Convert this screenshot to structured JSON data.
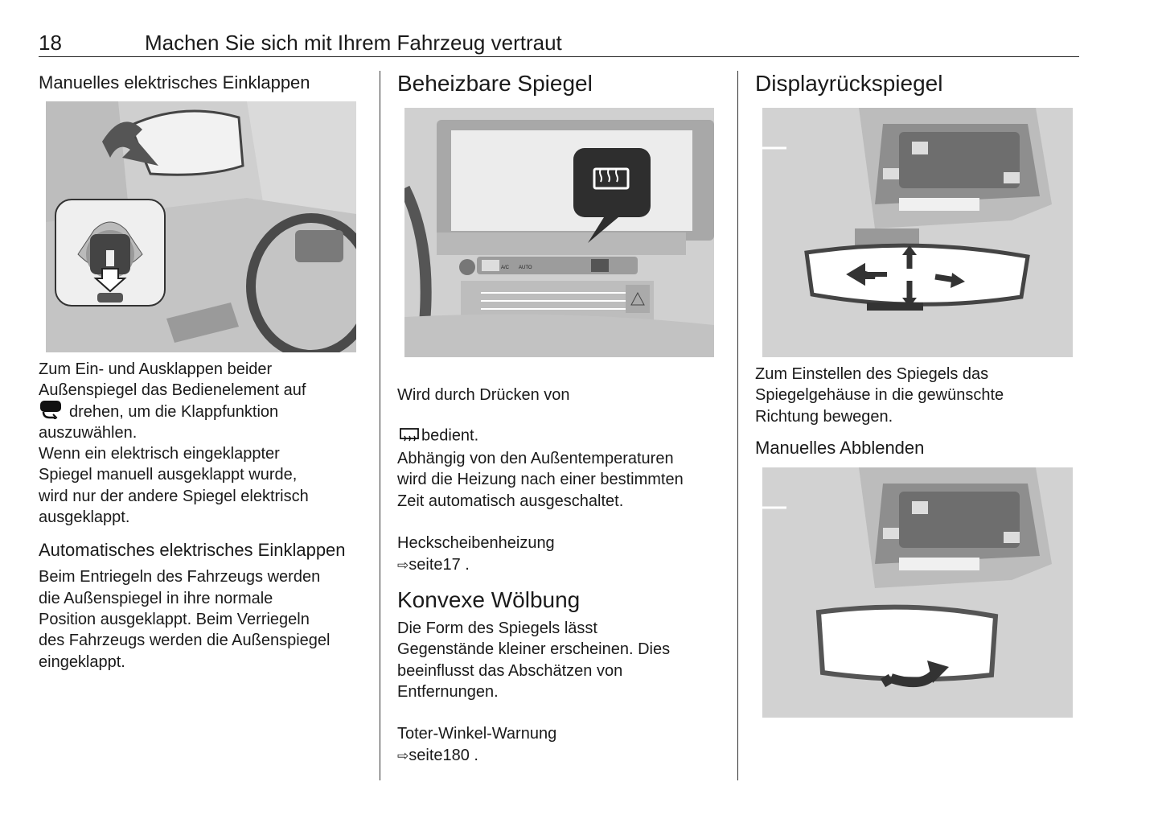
{
  "header": {
    "page_number": "18",
    "title": "Machen Sie sich mit Ihrem Fahrzeug vertraut"
  },
  "col1": {
    "heading1": "Manuelles elektrisches Einklappen",
    "para1a": "Zum Ein- und Ausklappen beider\nAußenspiegel das Bedienelement auf",
    "para1b": "drehen, um die Klappfunktion\nauszuwählen.\nWenn ein elektrisch eingeklappter\nSpiegel manuell ausgeklappt wurde,\nwird nur der andere Spiegel elektrisch\nausgeklappt.",
    "heading2": "Automatisches elektrisches\nEinklappen",
    "para2": "Beim Entriegeln des Fahrzeugs werden\ndie Außenspiegel in ihre normale\nPosition ausgeklappt. Beim Verriegeln\ndes Fahrzeugs werden die Außenspiegel\neingeklappt."
  },
  "col2": {
    "heading1": "Beheizbare Spiegel",
    "para1_start": "Wird durch Drücken von",
    "para1_end": "bedient.",
    "para1_rest": "Abhängig von den Außentemperaturen\nwird die Heizung nach einer bestimmten\nZeit automatisch ausgeschaltet.",
    "ref1_text": "Heckscheibenheizung",
    "ref1_link": "seite17 .",
    "heading2": "Konvexe Wölbung",
    "para2": "Die Form des Spiegels lässt\nGegenstände kleiner erscheinen. Dies\nbeeinflusst das Abschätzen von\nEntfernungen.",
    "ref2_text": "Toter-Winkel-Warnung",
    "ref2_link": "seite180 .",
    "dash_labels": [
      "A/C",
      "AUTO"
    ]
  },
  "col3": {
    "heading1": "Displayrückspiegel",
    "para1": "Zum Einstellen des Spiegels das\nSpiegelgehäuse in die gewünschte\nRichtung bewegen.",
    "heading2": "Manuelles Abblenden"
  }
}
